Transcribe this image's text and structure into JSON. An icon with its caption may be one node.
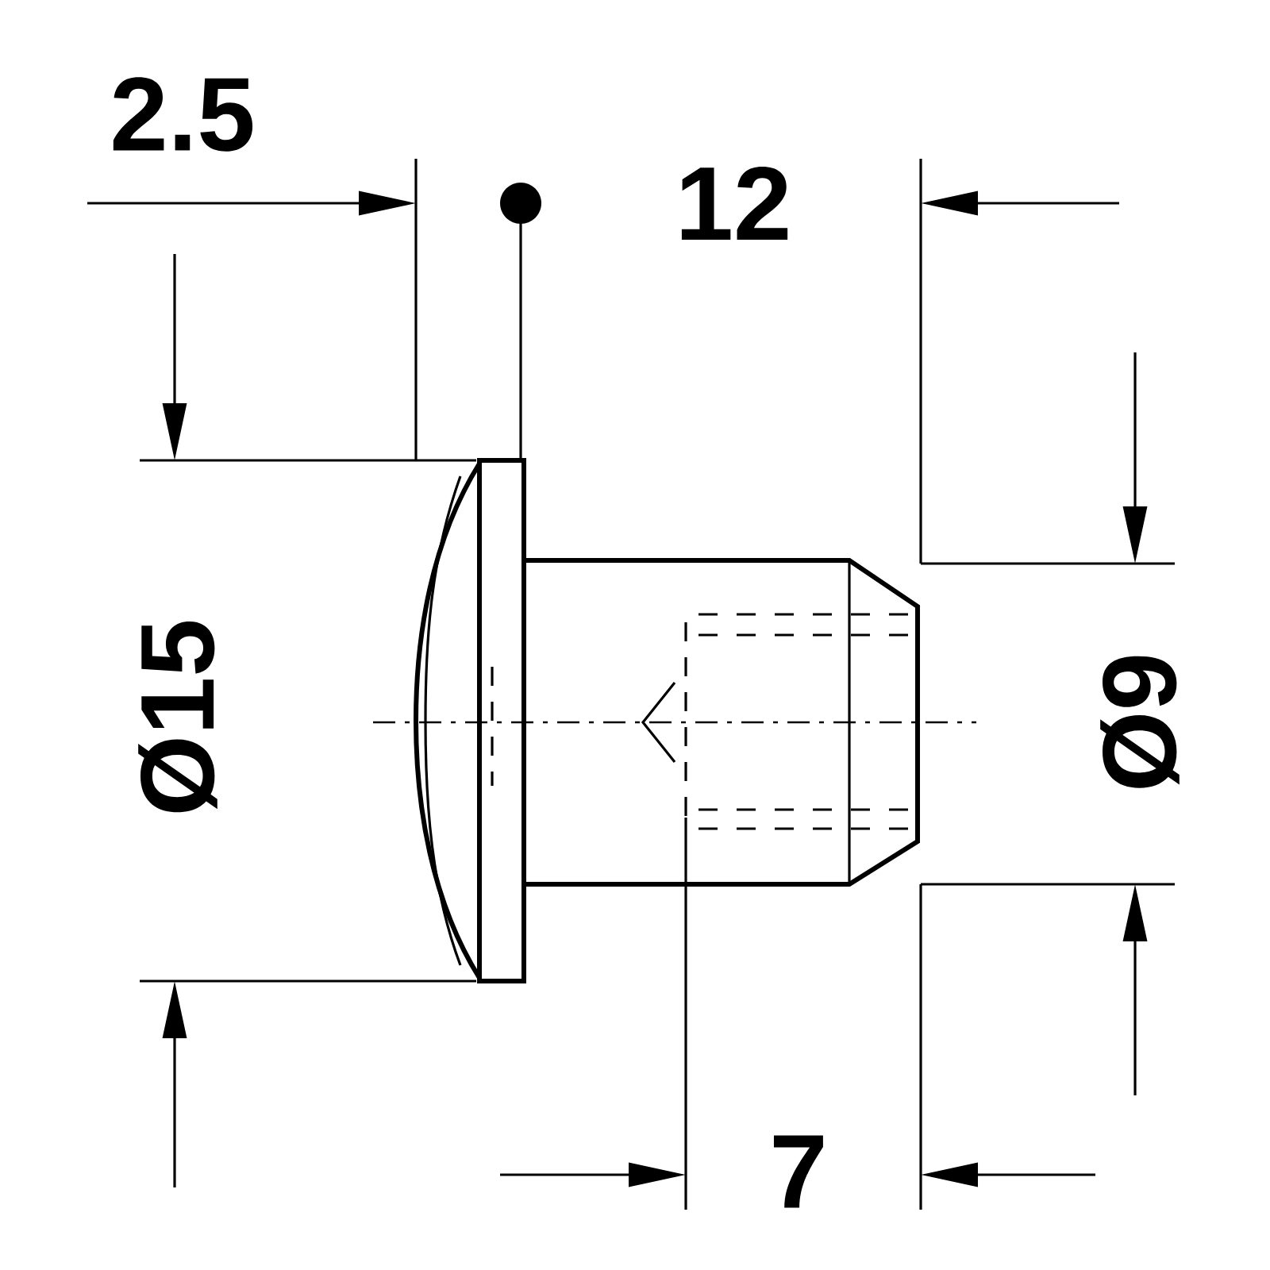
{
  "diagram": {
    "labels": [
      "2.5",
      "12",
      "Ø15",
      "Ø9",
      "7"
    ]
  }
}
